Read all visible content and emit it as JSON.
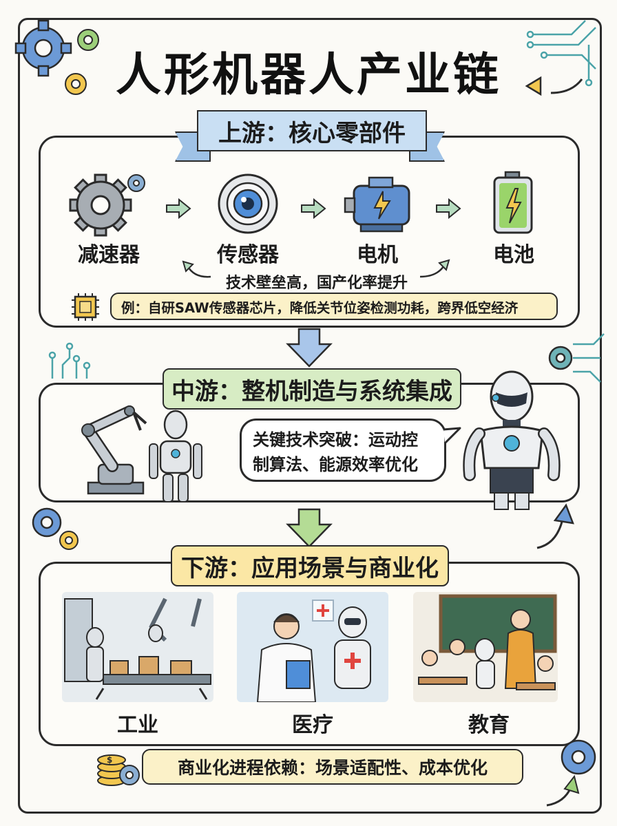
{
  "title": "人形机器人产业链",
  "upstream": {
    "banner": "上游：核心零部件",
    "components": [
      {
        "label": "减速器",
        "icon": "gear-icon"
      },
      {
        "label": "传感器",
        "icon": "eye-sensor-icon"
      },
      {
        "label": "电机",
        "icon": "motor-icon"
      },
      {
        "label": "电池",
        "icon": "battery-icon"
      }
    ],
    "note": "技术壁垒高，国产化率提升",
    "example": "例：自研SAW传感器芯片，降低关节位姿检测功耗，跨界低空经济"
  },
  "midstream": {
    "banner": "中游：整机制造与系统集成",
    "bubble": "关键技术突破：运动控制算法、能源效率优化"
  },
  "downstream": {
    "banner": "下游：应用场景与商业化",
    "scenes": [
      {
        "label": "工业",
        "icon": "factory-robot-icon"
      },
      {
        "label": "医疗",
        "icon": "doctor-robot-icon"
      },
      {
        "label": "教育",
        "icon": "classroom-robot-icon"
      }
    ],
    "footer": "商业化进程依赖：场景适配性、成本优化"
  },
  "colors": {
    "blue": "#c9dff3",
    "green": "#d7ecc4",
    "yellow": "#fbe7a5",
    "accent_blue": "#3f7fc4",
    "accent_green": "#8fc36a"
  }
}
